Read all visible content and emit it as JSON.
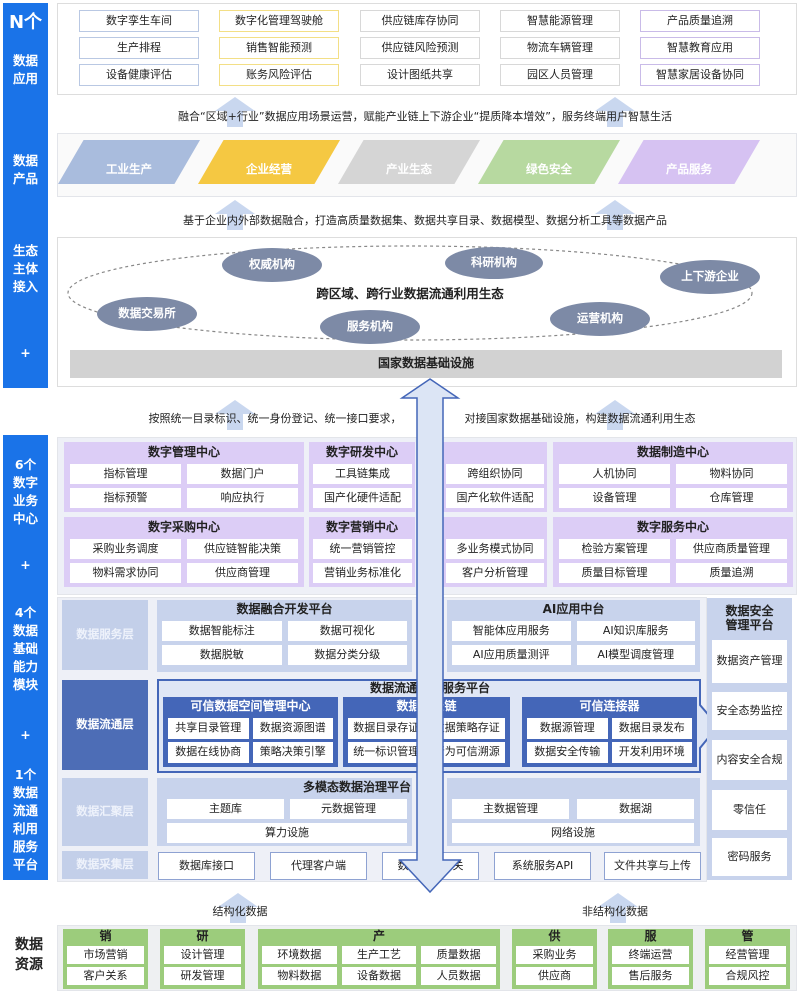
{
  "sidebar": {
    "block1": [
      {
        "label": "N个"
      },
      {
        "label": "数据\n应用"
      },
      {
        "label": "数据\n产品"
      },
      {
        "label": "生态\n主体\n接入"
      },
      {
        "label": "+"
      }
    ],
    "block2": [
      {
        "label": "6个\n数字\n业务\n中心"
      },
      {
        "label": "+"
      },
      {
        "label": "4个\n数据\n基础\n能力\n模块"
      },
      {
        "label": "+"
      },
      {
        "label": "1个\n数据\n流通\n利用\n服务\n平台"
      }
    ],
    "resources_label": "数据\n资源"
  },
  "applications": {
    "columns": [
      {
        "color": "#b9c8e3",
        "items": [
          "数字孪生车间",
          "生产排程",
          "设备健康评估"
        ]
      },
      {
        "color": "#f3df86",
        "items": [
          "数字化管理驾驶舱",
          "销售智能预测",
          "账务风险评估"
        ]
      },
      {
        "color": "#d8d8d8",
        "items": [
          "供应链库存协同",
          "供应链风险预测",
          "设计图纸共享"
        ]
      },
      {
        "color": "#d8d8d8",
        "items": [
          "智慧能源管理",
          "物流车辆管理",
          "园区人员管理"
        ]
      },
      {
        "color": "#c9bbe8",
        "items": [
          "产品质量追溯",
          "智慧教育应用",
          "智慧家居设备协同"
        ]
      }
    ]
  },
  "notes": {
    "apps": "融合“区域+行业”数据应用场景运营，赋能产业链上下游企业“提质降本增效”，服务终端用户智慧生活",
    "products": "基于企业内外部数据融合，打造高质量数据集、数据共享目录、数据模型、数据分析工具等数据产品",
    "eco_left": "按照统一目录标识、统一身份登记、统一接口要求，",
    "eco_right": "对接国家数据基础设施，构建数据流通利用生态",
    "structured": "结构化数据",
    "unstructured": "非结构化数据"
  },
  "products": [
    {
      "label": "工业生产",
      "color": "#a9bcdd"
    },
    {
      "label": "企业经营",
      "color": "#f5c842"
    },
    {
      "label": "产业生态",
      "color": "#d5d5d5"
    },
    {
      "label": "绿色安全",
      "color": "#b7d9a0"
    },
    {
      "label": "产品服务",
      "color": "#d6c2f2"
    }
  ],
  "ecosystem": {
    "title": "跨区域、跨行业数据流通利用生态",
    "nodes": [
      "权威机构",
      "科研机构",
      "上下游企业",
      "数据交易所",
      "服务机构",
      "运营机构"
    ],
    "infrastructure": "国家数据基础设施"
  },
  "business_centers": [
    {
      "title": "数字管理中心",
      "items": [
        "指标管理",
        "数据门户",
        "指标预警",
        "响应执行"
      ]
    },
    {
      "title": "数字研发中心",
      "items": [
        "工具链集成",
        "跨组织协同",
        "国产化硬件适配",
        "国产化软件适配"
      ]
    },
    {
      "title": "数据制造中心",
      "items": [
        "人机协同",
        "物料协同",
        "设备管理",
        "仓库管理"
      ]
    },
    {
      "title": "数字采购中心",
      "items": [
        "采购业务调度",
        "供应链智能决策",
        "物料需求协同",
        "供应商管理"
      ]
    },
    {
      "title": "数字营销中心",
      "items": [
        "统一营销管控",
        "多业务模式协同",
        "营销业务标准化",
        "客户分析管理"
      ]
    },
    {
      "title": "数字服务中心",
      "items": [
        "检验方案管理",
        "供应商质量管理",
        "质量目标管理",
        "质量追溯"
      ]
    }
  ],
  "layers": [
    "数据服务层",
    "数据流通层",
    "数据汇聚层",
    "数据采集层"
  ],
  "fusion_platform": {
    "title": "数据融合开发平台",
    "items": [
      "数据智能标注",
      "数据可视化",
      "数据脱敏",
      "数据分类分级"
    ]
  },
  "ai_platform": {
    "title": "AI应用中台",
    "items": [
      "智能体应用服务",
      "AI知识库服务",
      "AI应用质量测评",
      "AI模型调度管理"
    ]
  },
  "flow_platform": {
    "title": "数据流通利用服务平台",
    "subs": [
      {
        "title": "可信数据空间管理中心",
        "items": [
          "共享目录管理",
          "数据资源图谱",
          "数据在线协商",
          "策略决策引擎"
        ]
      },
      {
        "title": "数据目录链",
        "items": [
          "数据目录存证",
          "数据策略存证",
          "统一标识管理",
          "行为可信溯源"
        ]
      },
      {
        "title": "可信连接器",
        "items": [
          "数据源管理",
          "数据目录发布",
          "数据安全传输",
          "开发利用环境"
        ]
      }
    ]
  },
  "governance_platform": {
    "title": "多模态数据治理平台",
    "items": [
      "主题库",
      "元数据管理",
      "算力设施",
      "主数据管理",
      "数据湖",
      "网络设施"
    ]
  },
  "collection": [
    "数据库接口",
    "代理客户端",
    "数据采集网关",
    "系统服务API",
    "文件共享与上传"
  ],
  "security": {
    "title": "数据安全\n管理平台",
    "items": [
      "数据资产管理",
      "安全态势监控",
      "内容安全合规",
      "零信任",
      "密码服务"
    ]
  },
  "resources": [
    {
      "title": "销",
      "items": [
        "市场营销",
        "客户关系"
      ]
    },
    {
      "title": "研",
      "items": [
        "设计管理",
        "研发管理"
      ]
    },
    {
      "title": "产",
      "items": [
        "环境数据",
        "生产工艺",
        "质量数据",
        "物料数据",
        "设备数据",
        "人员数据"
      ]
    },
    {
      "title": "供",
      "items": [
        "采购业务",
        "供应商"
      ]
    },
    {
      "title": "服",
      "items": [
        "终端运营",
        "售后服务"
      ]
    },
    {
      "title": "管",
      "items": [
        "经营管理",
        "合规风控"
      ]
    }
  ]
}
